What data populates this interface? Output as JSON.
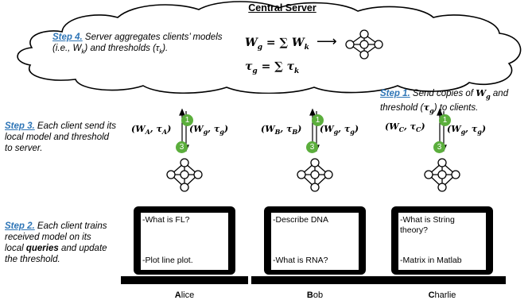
{
  "server": {
    "title": "Central Server",
    "step4_label": "Step 4.",
    "step4_text": "Server aggregates clients’ models (i.e., W",
    "step4_text_k": "k",
    "step4_text_mid": ") and thresholds (τ",
    "step4_text_end": ").",
    "eq1_lhs": "W",
    "eq1_lhs_sub": "g",
    "eq1_rhs": "= ∑ W",
    "eq1_rhs_sub": "k",
    "eq2_lhs": "τ",
    "eq2_lhs_sub": "g",
    "eq2_rhs": "= ∑ τ",
    "eq2_rhs_sub": "k",
    "arrow": "⟶"
  },
  "step1": {
    "label": "Step 1.",
    "text_a": " Send copies of ",
    "w": "W",
    "w_sub": "g",
    "text_b": " and",
    "text_c": "threshold (",
    "tau": "τ",
    "tau_sub": "g",
    "text_d": ") to clients."
  },
  "step3": {
    "label": "Step 3.",
    "line1": "  Each client send its",
    "line2": "local model and threshold",
    "line3": "to server."
  },
  "step2": {
    "label": "Step 2.",
    "line1": " Each client trains",
    "line2": "received  model on its",
    "line3a": "local ",
    "line3b": "queries",
    "line3c": " and update",
    "line4": "the threshold."
  },
  "badges": {
    "one": "1",
    "three": "3"
  },
  "clients": [
    {
      "up_label": "(W",
      "up_sub": "A",
      "up_mid": ", τ",
      "up_sub2": "A",
      "up_end": ")",
      "down_label": "(W",
      "down_sub": "g",
      "down_mid": ", τ",
      "down_sub2": "g",
      "down_end": ")",
      "query1": "-What is FL?",
      "query2": "-Plot line plot.",
      "name_initial": "A",
      "name_rest": "lice"
    },
    {
      "up_label": "(W",
      "up_sub": "B",
      "up_mid": ", τ",
      "up_sub2": "B",
      "up_end": ")",
      "down_label": "(W",
      "down_sub": "g",
      "down_mid": ", τ",
      "down_sub2": "g",
      "down_end": ")",
      "query1": "-Describe DNA",
      "query2": "-What is RNA?",
      "name_initial": "B",
      "name_rest": "ob"
    },
    {
      "up_label": "(W",
      "up_sub": "C",
      "up_mid": ", τ",
      "up_sub2": "C",
      "up_end": ")",
      "down_label": "(W",
      "down_sub": "g",
      "down_mid": ", τ",
      "down_sub2": "g",
      "down_end": ")",
      "query1": "-What is String theory?",
      "query2": "-Matrix in Matlab",
      "name_initial": "C",
      "name_rest": "harlie"
    }
  ],
  "colors": {
    "step": "#2E75B6",
    "badge": "#5BAE3C",
    "ink": "#000000"
  }
}
